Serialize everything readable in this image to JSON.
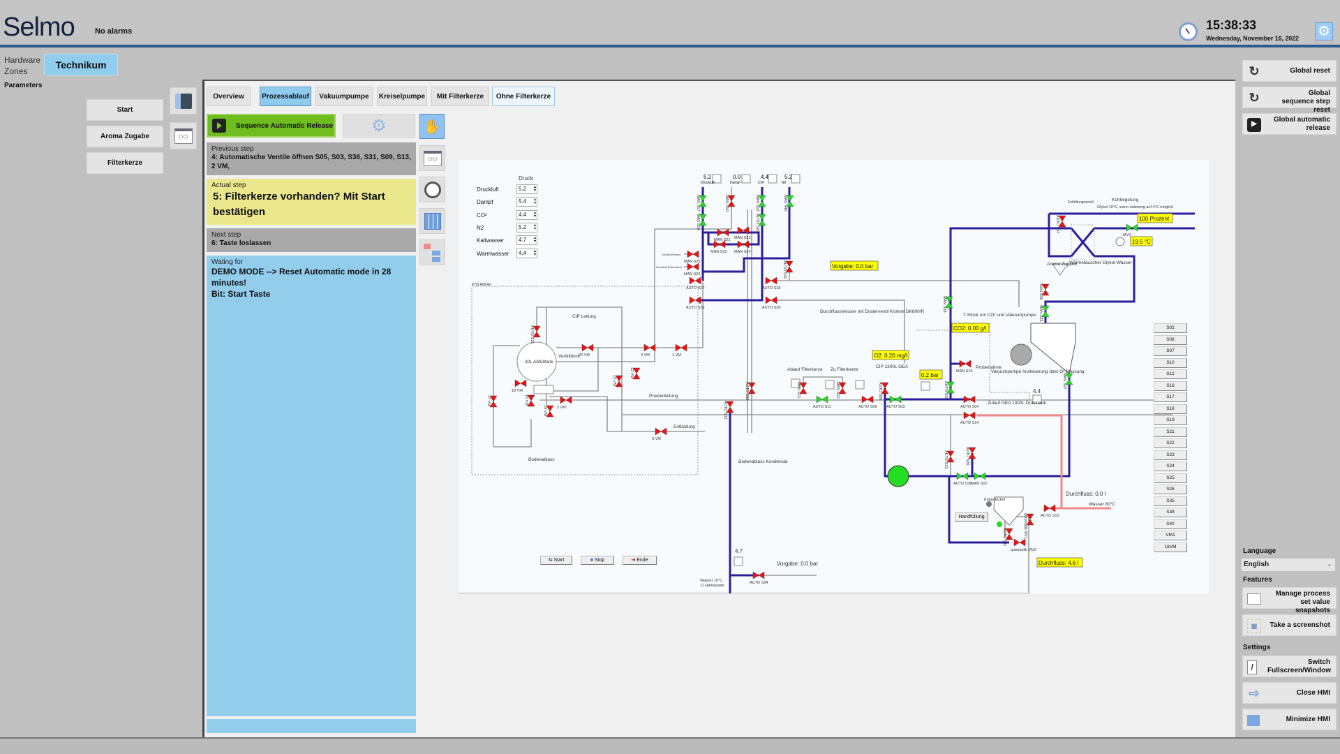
{
  "header": {
    "logo": "Selmo",
    "alarms": "No alarms",
    "time": "15:38:33",
    "date": "Wednesday, November 16, 2022"
  },
  "left": {
    "hardware_zones": "Hardware Zones",
    "zone": "Technikum",
    "parameters": "Parameters",
    "buttons": [
      "Start",
      "Aroma Zugabe",
      "Filterkerze"
    ]
  },
  "tabs": [
    "Overview",
    "Prozessablauf",
    "Vakuumpumpe",
    "Kreiselpumpe",
    "Mit Filterkerze",
    "Ohne Filterkerze"
  ],
  "sequence": {
    "release_label": "Sequence Automatic Release",
    "previous": {
      "caption": "Previous step",
      "text": "4: Automatische Ventile öffnen S05, S03, S36, S31, S09, S13, 2 VM,"
    },
    "actual": {
      "caption": "Actual step",
      "text": "5: Filterkerze vorhanden? Mit Start bestätigen"
    },
    "next": {
      "caption": "Next step",
      "text": "6: Taste loslassen"
    },
    "waiting": {
      "caption": "Wating for",
      "text": "DEMO MODE --> Reset Automatic mode in 28 minutes!",
      "bit": "Bit: Start Taste"
    }
  },
  "right": {
    "global_reset": "Global reset",
    "global_seq_reset": "Global sequence step reset",
    "global_auto_release": "Global automatic release",
    "language_label": "Language",
    "language": "English",
    "features_label": "Features",
    "manage_snapshots": "Manage process set value snapshots",
    "screenshot": "Take a screenshot",
    "settings_label": "Settings",
    "switch_fullscreen": "Switch Fullscreen/Window",
    "close_hmi": "Close HMI",
    "minimize_hmi": "Minimize HMI"
  },
  "diagram": {
    "druck_title": "Druck",
    "druck": [
      {
        "label": "Druckluft",
        "value": "5.2"
      },
      {
        "label": "Dampf",
        "value": "5.4"
      },
      {
        "label": "CO²",
        "value": "4.4"
      },
      {
        "label": "N2",
        "value": "5.2"
      },
      {
        "label": "Kaltwasser",
        "value": "4.7"
      },
      {
        "label": "Warmwasser",
        "value": "4.4"
      }
    ],
    "gauges": [
      {
        "value": "5.2",
        "label": "Druckluft"
      },
      {
        "value": "0.0",
        "label": "Dampf"
      },
      {
        "value": "4.4",
        "label": "CO²"
      },
      {
        "value": "5.2",
        "label": "N2"
      }
    ],
    "displays": {
      "vorgabe_top": "Vorgabe:  0.0 bar",
      "prozent": "100 Prozent",
      "temp": "19.5 °C",
      "co2": "CO2: 0.00 g/l",
      "o2": "O2: 0.20 mg/l",
      "bar": "0.2 bar",
      "durchfluss_yellow": "Durchfluss:  4.6 l"
    },
    "texts": {
      "khs": "KHS Abfüller",
      "cip_leitung": "CIP Leitung",
      "tank": "30L Abfülltank",
      "ventilblock": "Ventilblock",
      "produktleitung": "Produktleitung",
      "entlastung": "Entlastung",
      "bodenablass": "Bodenablass",
      "bodenablass_kondensat": "Bodenablass Kondensat",
      "ablauf": "Ablauf Filterkerze",
      "zu": "Zu Filterkerze",
      "cip_gea": "CIP 1300L GEA",
      "durchflussmesser": "Durchflussmesser mit Dosierventil Krohne DK800/R",
      "tstueck": "T-Stück um CO² und Vakuumpumpe",
      "vakuumpumpe": "Vakuumpumpe Ansteuerung über O² Messung",
      "probenahme": "Probenahme",
      "zulauf": "Zulauf GEA 1300L Drucktank",
      "aroma": "Aroma Zugabe",
      "waermetauscher": "Wärmetauscher Glykol-Wasser",
      "kuehlregelung": "Kühlregelung",
      "glykol": "Glykol 10°C, wenn notwenig auf 4°C möglich",
      "entlueftung": "Entlüftungsventil",
      "druckfluss": "Durchfluss:  0.0 l",
      "wasser80": "Wasser 80°C",
      "handfuellung": "Handfüllung",
      "klappdeckel": "Klappdeckel",
      "wasser10": "Wasser 10°C",
      "haertegrade": "11 Härtegrade",
      "gauge_kw": "4.7",
      "gauge_ww": "4.4",
      "vorgabe_bottom": "Vorgabe:  0.0 bar",
      "druckluft_raum": "Druckluft Raum",
      "druckluft_fuell": "Druckluft Füllerstand"
    },
    "controls": {
      "start": "Start",
      "stop": "Stop",
      "ende": "Ende"
    },
    "valves": [
      {
        "id": "MAN S17",
        "state": "open"
      },
      {
        "id": "MAN S19",
        "state": "open"
      },
      {
        "id": "MAN VM1",
        "state": "closed"
      },
      {
        "id": "MAN S18",
        "state": "open"
      },
      {
        "id": "AUTO S20",
        "state": "open"
      },
      {
        "id": "MAN S40",
        "state": "open"
      },
      {
        "id": "MAN S21",
        "state": "closed"
      },
      {
        "id": "MAN S22",
        "state": "closed"
      },
      {
        "id": "MAN S23",
        "state": "closed"
      },
      {
        "id": "MAN S24",
        "state": "closed"
      },
      {
        "id": "MAN S25",
        "state": "closed"
      },
      {
        "id": "MAN S26",
        "state": "closed"
      },
      {
        "id": "AUTO S27",
        "state": "closed"
      },
      {
        "id": "AUTO S28",
        "state": "closed"
      },
      {
        "id": "AUTO S29",
        "state": "closed"
      },
      {
        "id": "AUTO S30",
        "state": "closed"
      },
      {
        "id": "AUTO S41",
        "state": "closed"
      },
      {
        "id": "AUTO S31",
        "state": "closed"
      },
      {
        "id": "20 VM",
        "state": "closed"
      },
      {
        "id": "4 VM",
        "state": "closed"
      },
      {
        "id": "1 VM",
        "state": "closed"
      },
      {
        "id": "12 VM",
        "state": "closed"
      },
      {
        "id": "15 VM",
        "state": "closed"
      },
      {
        "id": "18 VM",
        "state": "closed"
      },
      {
        "id": "16 VM",
        "state": "closed"
      },
      {
        "id": "17 VM",
        "state": "closed"
      },
      {
        "id": "2 VM",
        "state": "closed"
      },
      {
        "id": "19 VM",
        "state": "closed"
      },
      {
        "id": "3 VM",
        "state": "closed"
      },
      {
        "id": "AUTO S32",
        "state": "closed"
      },
      {
        "id": "AUTO S33",
        "state": "closed"
      },
      {
        "id": "MAN S12",
        "state": "closed"
      },
      {
        "id": "AUTO S11",
        "state": "open"
      },
      {
        "id": "MAN S10",
        "state": "closed"
      },
      {
        "id": "AUTO S09",
        "state": "closed"
      },
      {
        "id": "AUTO S08",
        "state": "closed"
      },
      {
        "id": "AUTO S03",
        "state": "open"
      },
      {
        "id": "MAN S16",
        "state": "closed"
      },
      {
        "id": "AUTO S05",
        "state": "open"
      },
      {
        "id": "AUTO S04",
        "state": "closed"
      },
      {
        "id": "AUTO S14",
        "state": "closed"
      },
      {
        "id": "MAN S07",
        "state": "open"
      },
      {
        "id": "AUTO S13",
        "state": "closed"
      },
      {
        "id": "AUTO S39",
        "state": "closed"
      },
      {
        "id": "AUTO S36",
        "state": "open"
      },
      {
        "id": "MAN S02",
        "state": "open"
      },
      {
        "id": "AUTO S37",
        "state": "closed"
      },
      {
        "id": "MV3",
        "state": "open"
      },
      {
        "id": "MAN S38",
        "state": "open"
      },
      {
        "id": "MAN S06",
        "state": "closed"
      },
      {
        "id": "MAN S35",
        "state": "open"
      },
      {
        "id": "AUTO S15",
        "state": "closed"
      },
      {
        "id": "automatik MV1",
        "state": "closed"
      },
      {
        "id": "AUTO S01",
        "state": "closed"
      },
      {
        "id": "automatik MV2",
        "state": "closed"
      },
      {
        "id": "AUTO S34",
        "state": "closed"
      }
    ],
    "valve_buttons": [
      "S02",
      "S06",
      "S07",
      "S10",
      "S12",
      "S16",
      "S17",
      "S18",
      "S19",
      "S21",
      "S22",
      "S23",
      "S24",
      "S25",
      "S26",
      "S35",
      "S38",
      "S40",
      "VM1",
      "18VM"
    ]
  },
  "colors": {
    "open": "#22dd22",
    "closed": "#ee1111",
    "pipe": "#2a1f9a",
    "hot": "#f08a8a",
    "display": "#ffff00"
  }
}
